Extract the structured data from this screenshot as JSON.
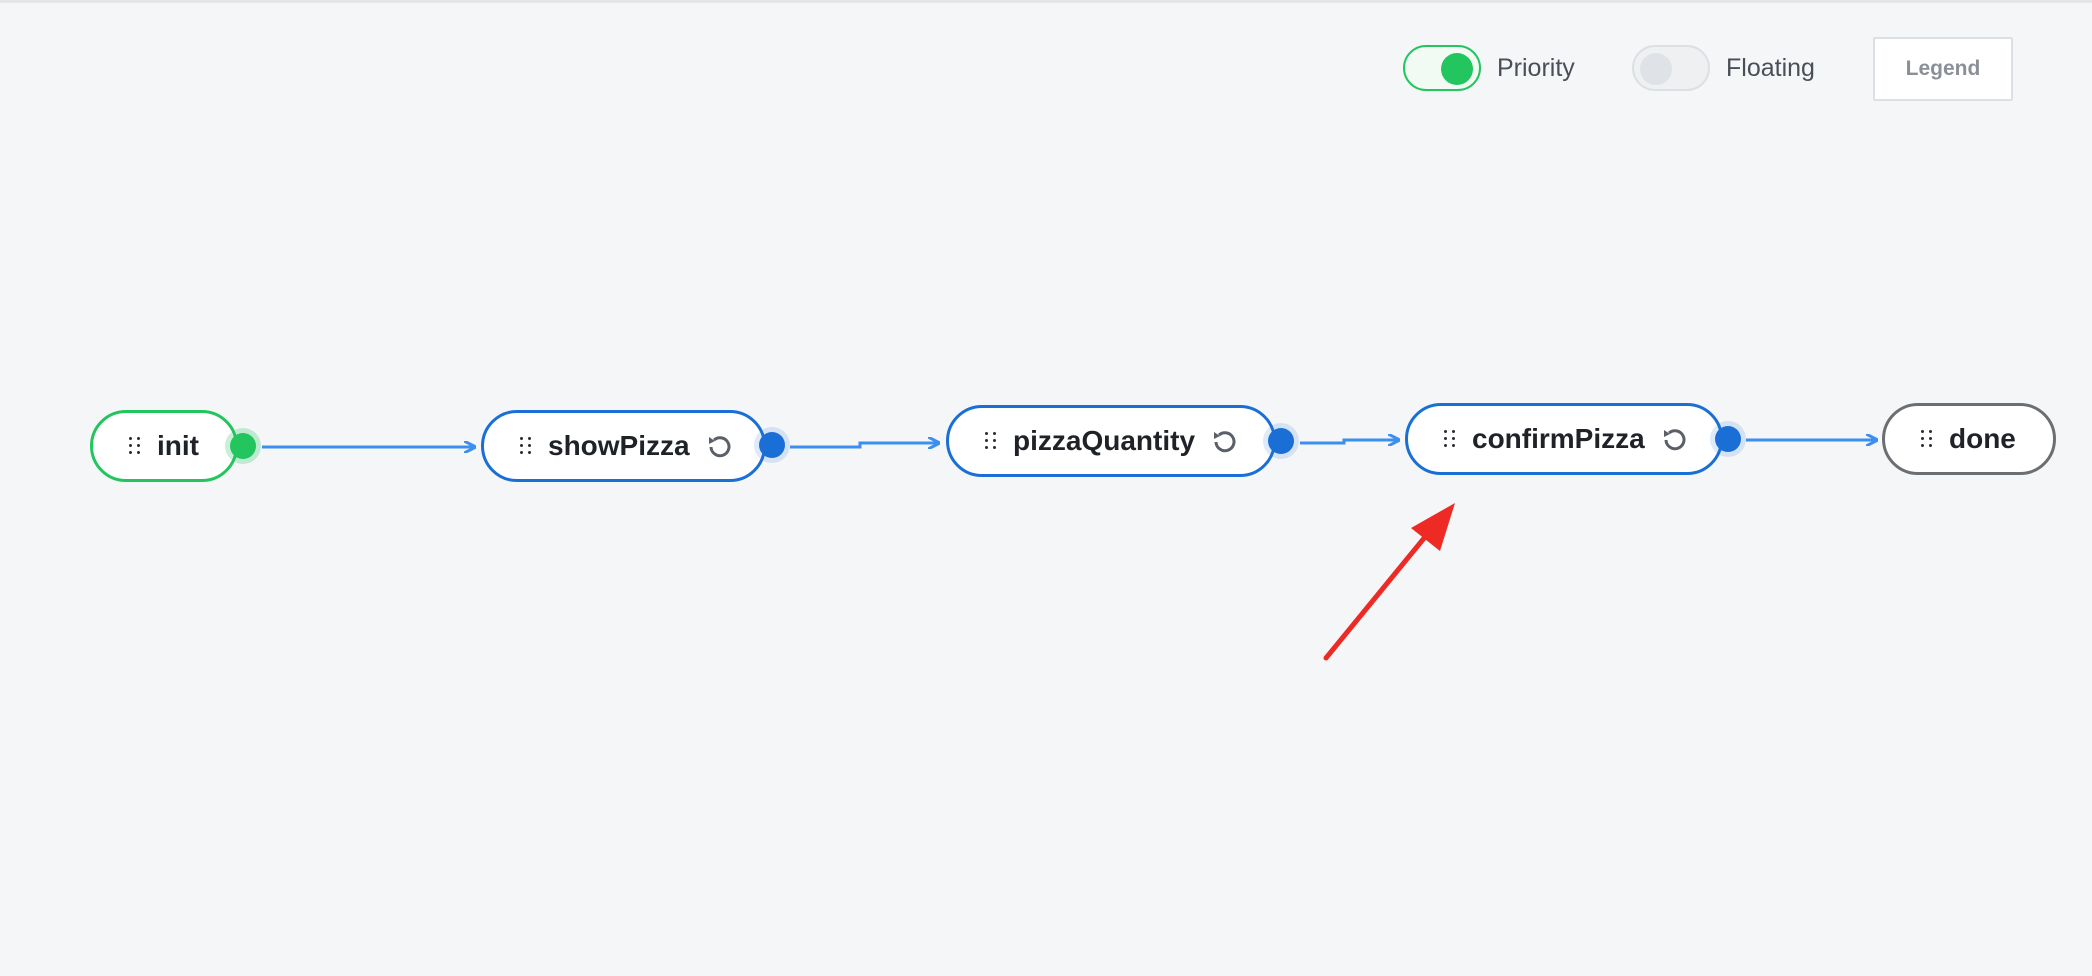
{
  "toolbar": {
    "priority_label": "Priority",
    "floating_label": "Floating",
    "legend_label": "Legend",
    "priority_on": true,
    "floating_on": false
  },
  "flow": {
    "nodes": [
      {
        "id": "init",
        "label": "init",
        "kind": "start"
      },
      {
        "id": "showPizza",
        "label": "showPizza",
        "kind": "step",
        "icon": "retry-icon"
      },
      {
        "id": "pizzaQuantity",
        "label": "pizzaQuantity",
        "kind": "step",
        "icon": "retry-icon"
      },
      {
        "id": "confirmPizza",
        "label": "confirmPizza",
        "kind": "step",
        "icon": "retry-icon"
      },
      {
        "id": "done",
        "label": "done",
        "kind": "end"
      }
    ],
    "edges": [
      [
        "init",
        "showPizza"
      ],
      [
        "showPizza",
        "pizzaQuantity"
      ],
      [
        "pizzaQuantity",
        "confirmPizza"
      ],
      [
        "confirmPizza",
        "done"
      ]
    ]
  },
  "colors": {
    "background": "#f5f6f8",
    "start_border": "#22c55e",
    "step_border": "#1a6fd6",
    "end_border": "#6b6e73",
    "edge": "#3a8ff0",
    "annotation_arrow": "#ee2a24"
  }
}
